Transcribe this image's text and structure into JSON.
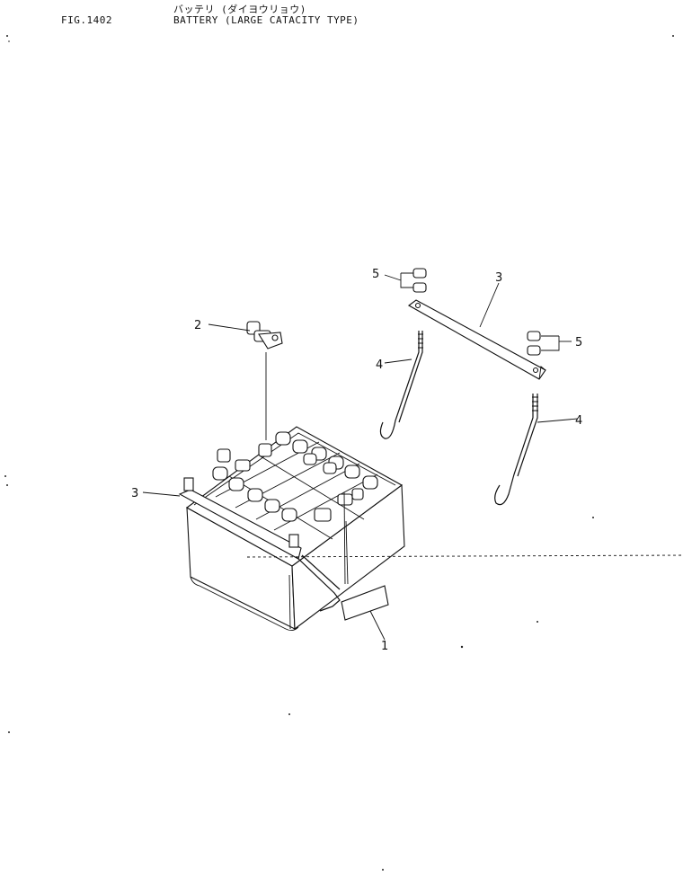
{
  "header": {
    "figure_number": "FIG.1402",
    "title_jp": "バッテリ (ダイヨウリョウ)",
    "title_en": "BATTERY (LARGE CATACITY TYPE)"
  },
  "callouts": [
    {
      "id": "c1",
      "label": "1"
    },
    {
      "id": "c2",
      "label": "2"
    },
    {
      "id": "c3a",
      "label": "3"
    },
    {
      "id": "c3b",
      "label": "3"
    },
    {
      "id": "c4a",
      "label": "4"
    },
    {
      "id": "c4b",
      "label": "4"
    },
    {
      "id": "c5a",
      "label": "5"
    },
    {
      "id": "c5b",
      "label": "5"
    }
  ]
}
